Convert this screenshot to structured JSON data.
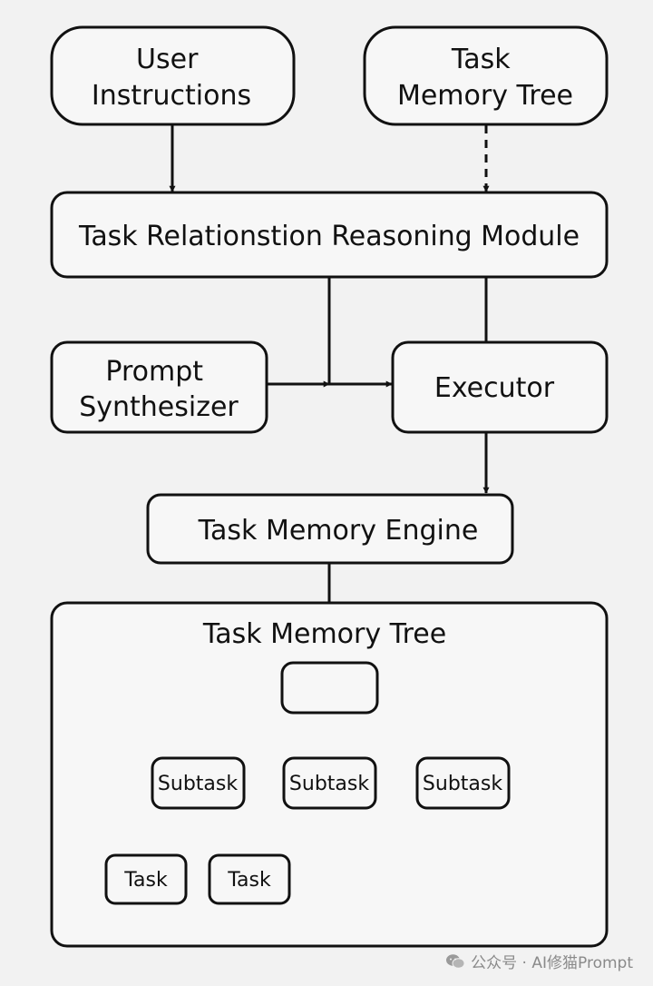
{
  "nodes": {
    "user_instructions": [
      "User",
      "Instructions"
    ],
    "task_memory_tree_input": [
      "Task",
      "Memory  Tree"
    ],
    "reasoning_module": "Task Relationstion Reasoning Module",
    "prompt_synthesizer": [
      "Prompt",
      "Synthesizer"
    ],
    "executor": "Executor",
    "memory_engine": "Task Memory Engine",
    "tree_container_title": "Task Memory Tree",
    "root": "",
    "subtasks": [
      "Subtask",
      "Subtask",
      "Subtask"
    ],
    "tasks": [
      "Task",
      "Task"
    ]
  },
  "watermark": {
    "text": "公众号 · AI修猫Prompt",
    "icon": "wechat-icon"
  },
  "colors": {
    "background": "#f2f2f2",
    "box_fill": "#f7f7f7",
    "stroke": "#111111",
    "watermark": "#8a8a8a"
  }
}
